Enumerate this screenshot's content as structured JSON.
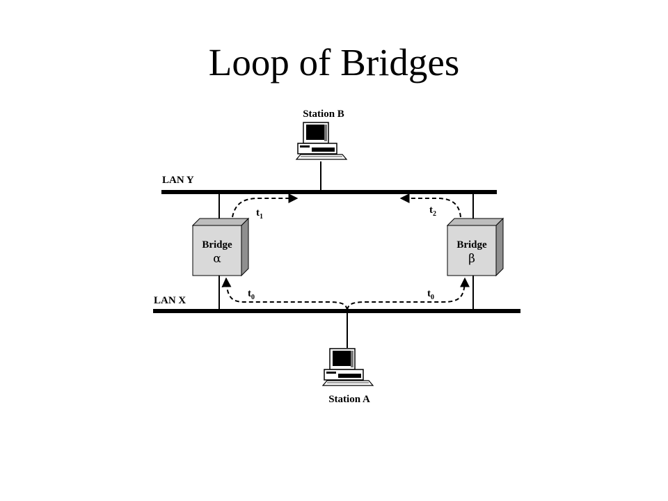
{
  "title": "Loop of Bridges",
  "stations": {
    "top": "Station B",
    "bottom": "Station A"
  },
  "lans": {
    "upper": "LAN Y",
    "lower": "LAN X"
  },
  "bridges": [
    {
      "label": "Bridge",
      "symbol": "α"
    },
    {
      "label": "Bridge",
      "symbol": "β"
    }
  ],
  "times": [
    {
      "base": "t",
      "sub": "1"
    },
    {
      "base": "t",
      "sub": "2"
    },
    {
      "base": "t",
      "sub": "0"
    },
    {
      "base": "t",
      "sub": "0"
    }
  ],
  "colors": {
    "line": "#000000",
    "bridge_face": "#d9d9d9",
    "bridge_top": "#bdbdbd",
    "bridge_side": "#8f8f8f"
  }
}
